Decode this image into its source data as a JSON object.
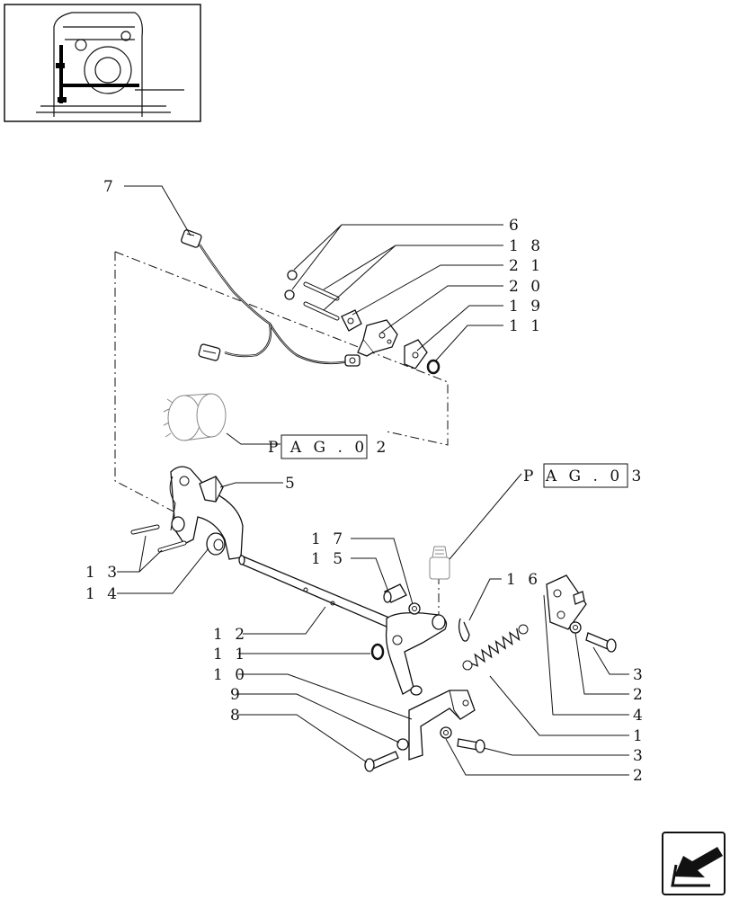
{
  "callouts": {
    "c7": "7",
    "c6": "6",
    "c18": "1 8",
    "c21": "2 1",
    "c20": "2 0",
    "c19": "1 9",
    "c11a": "1 1",
    "c5": "5",
    "c17": "1 7",
    "c15": "1 5",
    "c16": "1 6",
    "c13": "1 3",
    "c14": "1 4",
    "c12": "1 2",
    "c11b": "1 1",
    "c10": "1 0",
    "c9": "9",
    "c8": "8",
    "c3a": "3",
    "c2a": "2",
    "c4": "4",
    "c1": "1",
    "c3b": "3",
    "c2b": "2"
  },
  "refs": {
    "pag02": "P A G . 0 2",
    "pag03": "P A G .   0 3"
  },
  "icons": {
    "thumbnail": "locator-thumbnail-icon",
    "nav": "next-page-arrow-icon"
  }
}
